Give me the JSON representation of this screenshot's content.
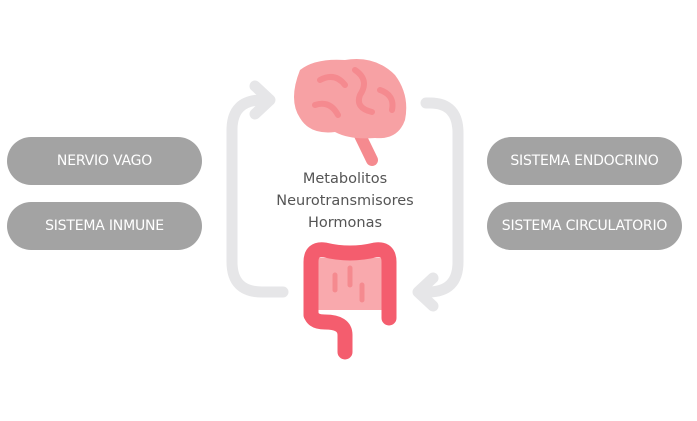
{
  "left_boxes": [
    "NERVIO VAGO",
    "SISTEMA INMUNE"
  ],
  "right_boxes": [
    "SISTEMA ENDOCRINO",
    "SISTEMA CIRCULATORIO"
  ],
  "center_labels": [
    "Metabolitos",
    "Neurotransmisores",
    "Hormonas"
  ],
  "colors": {
    "pill": "#a3a3a3",
    "arrow": "#e6e6e8",
    "brain": "#f7a1a4",
    "intestine": "#f45d6e"
  }
}
